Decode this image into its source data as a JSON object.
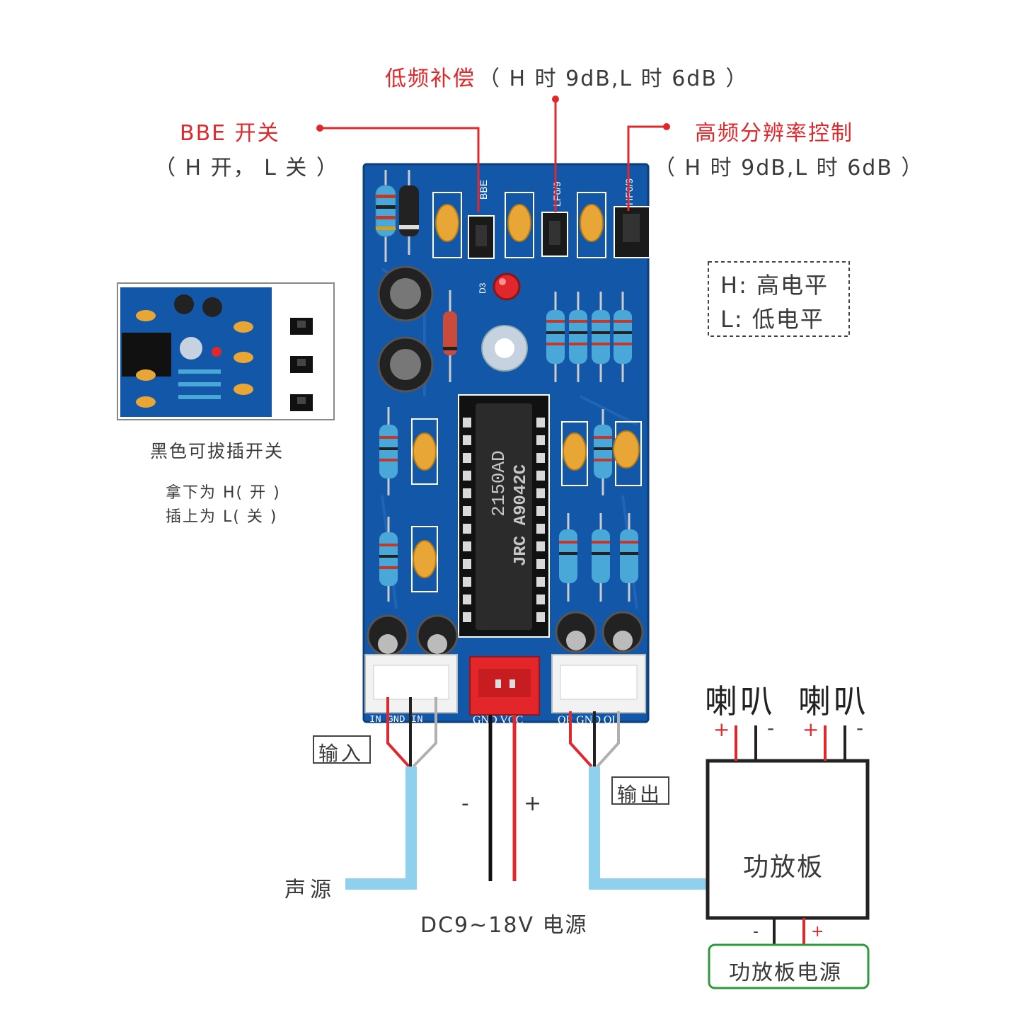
{
  "labels": {
    "bass_comp": "低频补偿",
    "bass_comp_detail": "（ H 时 9dB,L 时 6dB ）",
    "bbe_switch": "BBE 开关",
    "bbe_switch_detail": "（ H 开， L 关 ）",
    "treble_ctrl": "高频分辨率控制",
    "treble_ctrl_detail": "（ H 时 9dB,L 时 6dB ）",
    "legend_h": "H: 高电平",
    "legend_l": "L: 低电平",
    "jumper_caption": "黑色可拔插开关",
    "jumper_note_1": "拿下为 H( 开 )",
    "jumper_note_2": "插上为 L( 关 )",
    "speaker_1": "喇叭",
    "speaker_2": "喇叭",
    "plus": "+",
    "minus": "-",
    "input": "输入",
    "output": "输出",
    "source": "声源",
    "power_supply": "DC9~18V 电源",
    "amp_board": "功放板",
    "amp_power": "功放板电源"
  },
  "board": {
    "chip_line1": "2150AD",
    "chip_line2": "JRC A9042C",
    "header_bbe": "BBE",
    "header_lf": "LF6/9",
    "header_hf": "HF6/9",
    "led": "D3",
    "pins_left": "IN GND IN",
    "pins_mid": "GND VCC",
    "pins_right": "OR GND OL"
  },
  "colors": {
    "accent_red": "#e0282c",
    "pcb_blue": "#1357a8",
    "cable_blue": "#8fd0ee",
    "amp_power_border": "#2e9a3c"
  }
}
